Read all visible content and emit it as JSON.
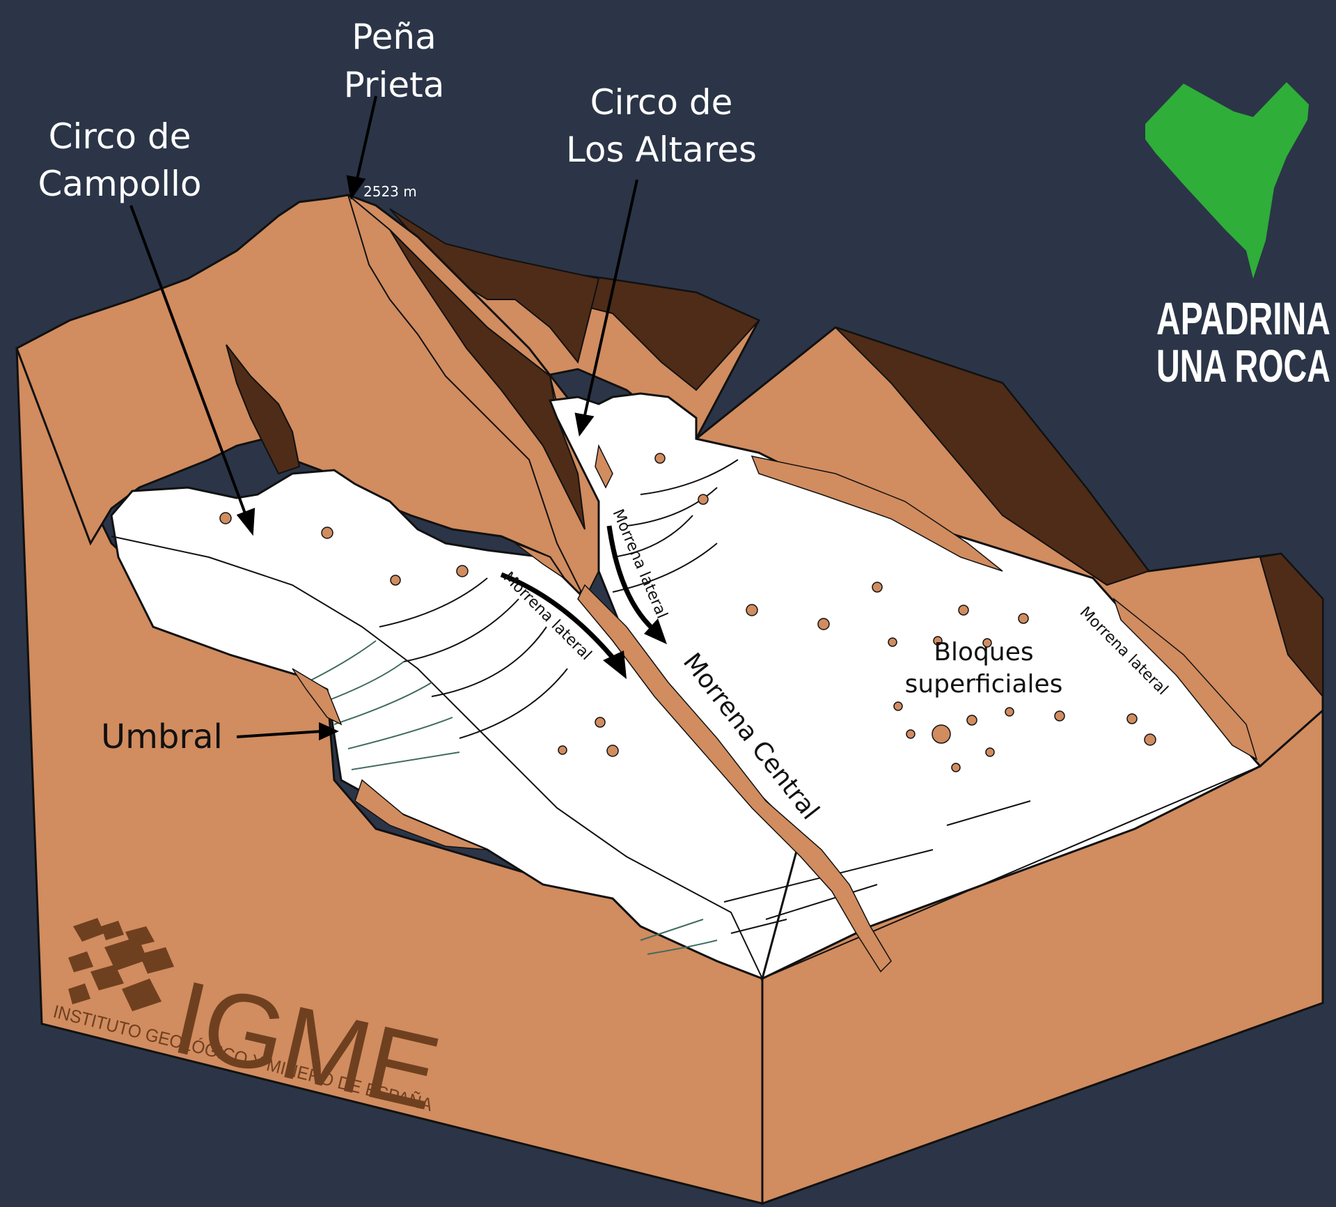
{
  "labels": {
    "pena_prieta_line1": "Peña",
    "pena_prieta_line2": "Prieta",
    "elevation": "2523 m",
    "circo_campollo_line1": "Circo de",
    "circo_campollo_line2": "Campollo",
    "circo_altares_line1": "Circo de",
    "circo_altares_line2": "Los Altares",
    "umbral": "Umbral",
    "morrena_central": "Morrena Central",
    "morrena_lateral_1": "Morrena lateral",
    "morrena_lateral_2": "Morrena lateral",
    "morrena_lateral_3": "Morrena lateral",
    "bloques_line1": "Bloques",
    "bloques_line2": "superficiales"
  },
  "logos": {
    "apadrina_line1": "APADRINA",
    "apadrina_line2": "UNA ROCA",
    "igme_name": "IGME",
    "igme_full": "INSTITUTO GEOLÓGICO Y MINERO DE ESPAÑA"
  },
  "colors": {
    "background": "#2b3547",
    "rock": "#d18c5f",
    "rock_shadow": "#4f2c17",
    "ice": "#ffffff",
    "heart_green": "#2fae39",
    "igme_brown": "#6e4020"
  }
}
